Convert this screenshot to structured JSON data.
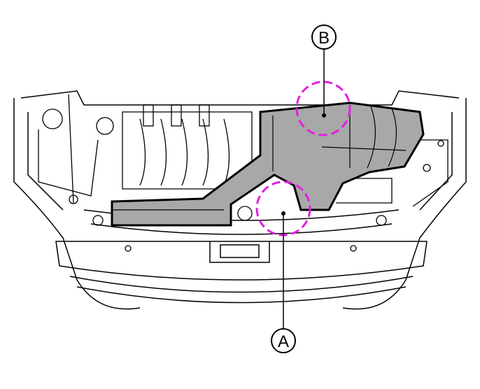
{
  "callouts": [
    {
      "id": "A",
      "label": "A"
    },
    {
      "id": "B",
      "label": "B"
    }
  ],
  "colors": {
    "highlight": "#e020e0",
    "duct_fill": "#a8a8a8",
    "line": "#000000"
  }
}
